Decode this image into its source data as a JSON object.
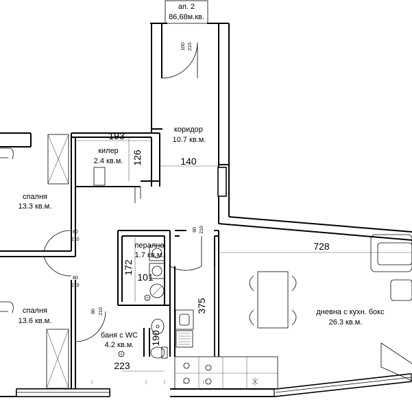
{
  "apartment": {
    "label": "ап. 2",
    "area": "86,68м.кв."
  },
  "rooms": {
    "corridor": {
      "name": "коридор",
      "area": "10.7 кв.м."
    },
    "storage": {
      "name": "килер",
      "area": "2.4 кв.м."
    },
    "bedroom1": {
      "name": "спалня",
      "area": "13.3 кв.м."
    },
    "bedroom2": {
      "name": "спалня",
      "area": "13.6 кв.м."
    },
    "laundry": {
      "name": "перално",
      "area": "1.7 кв.м."
    },
    "bathroom": {
      "name": "баня с WC",
      "area": "4.2 кв.м."
    },
    "living": {
      "name": "дневна с кухн. бокс",
      "area": "26.3 кв.м."
    }
  },
  "dimensions": {
    "d193": "193",
    "d126": "126",
    "d140": "140",
    "d728": "728",
    "d172": "172",
    "d101": "101",
    "d375": "375",
    "d190": "190",
    "d223": "223"
  },
  "door_marks": {
    "entry": {
      "w": "100",
      "h": "210"
    },
    "living": {
      "w": "90",
      "h": "210"
    },
    "bed1": {
      "w": "80",
      "h": "210"
    },
    "bed2": {
      "w": "80",
      "h": "210"
    },
    "bath": {
      "w": "80",
      "h": "210"
    }
  },
  "icons": [
    "wardrobe-icon",
    "sofa-icon",
    "dining-table-icon",
    "toilet-icon",
    "sink-icon",
    "stove-icon",
    "floor-drain-icon"
  ]
}
